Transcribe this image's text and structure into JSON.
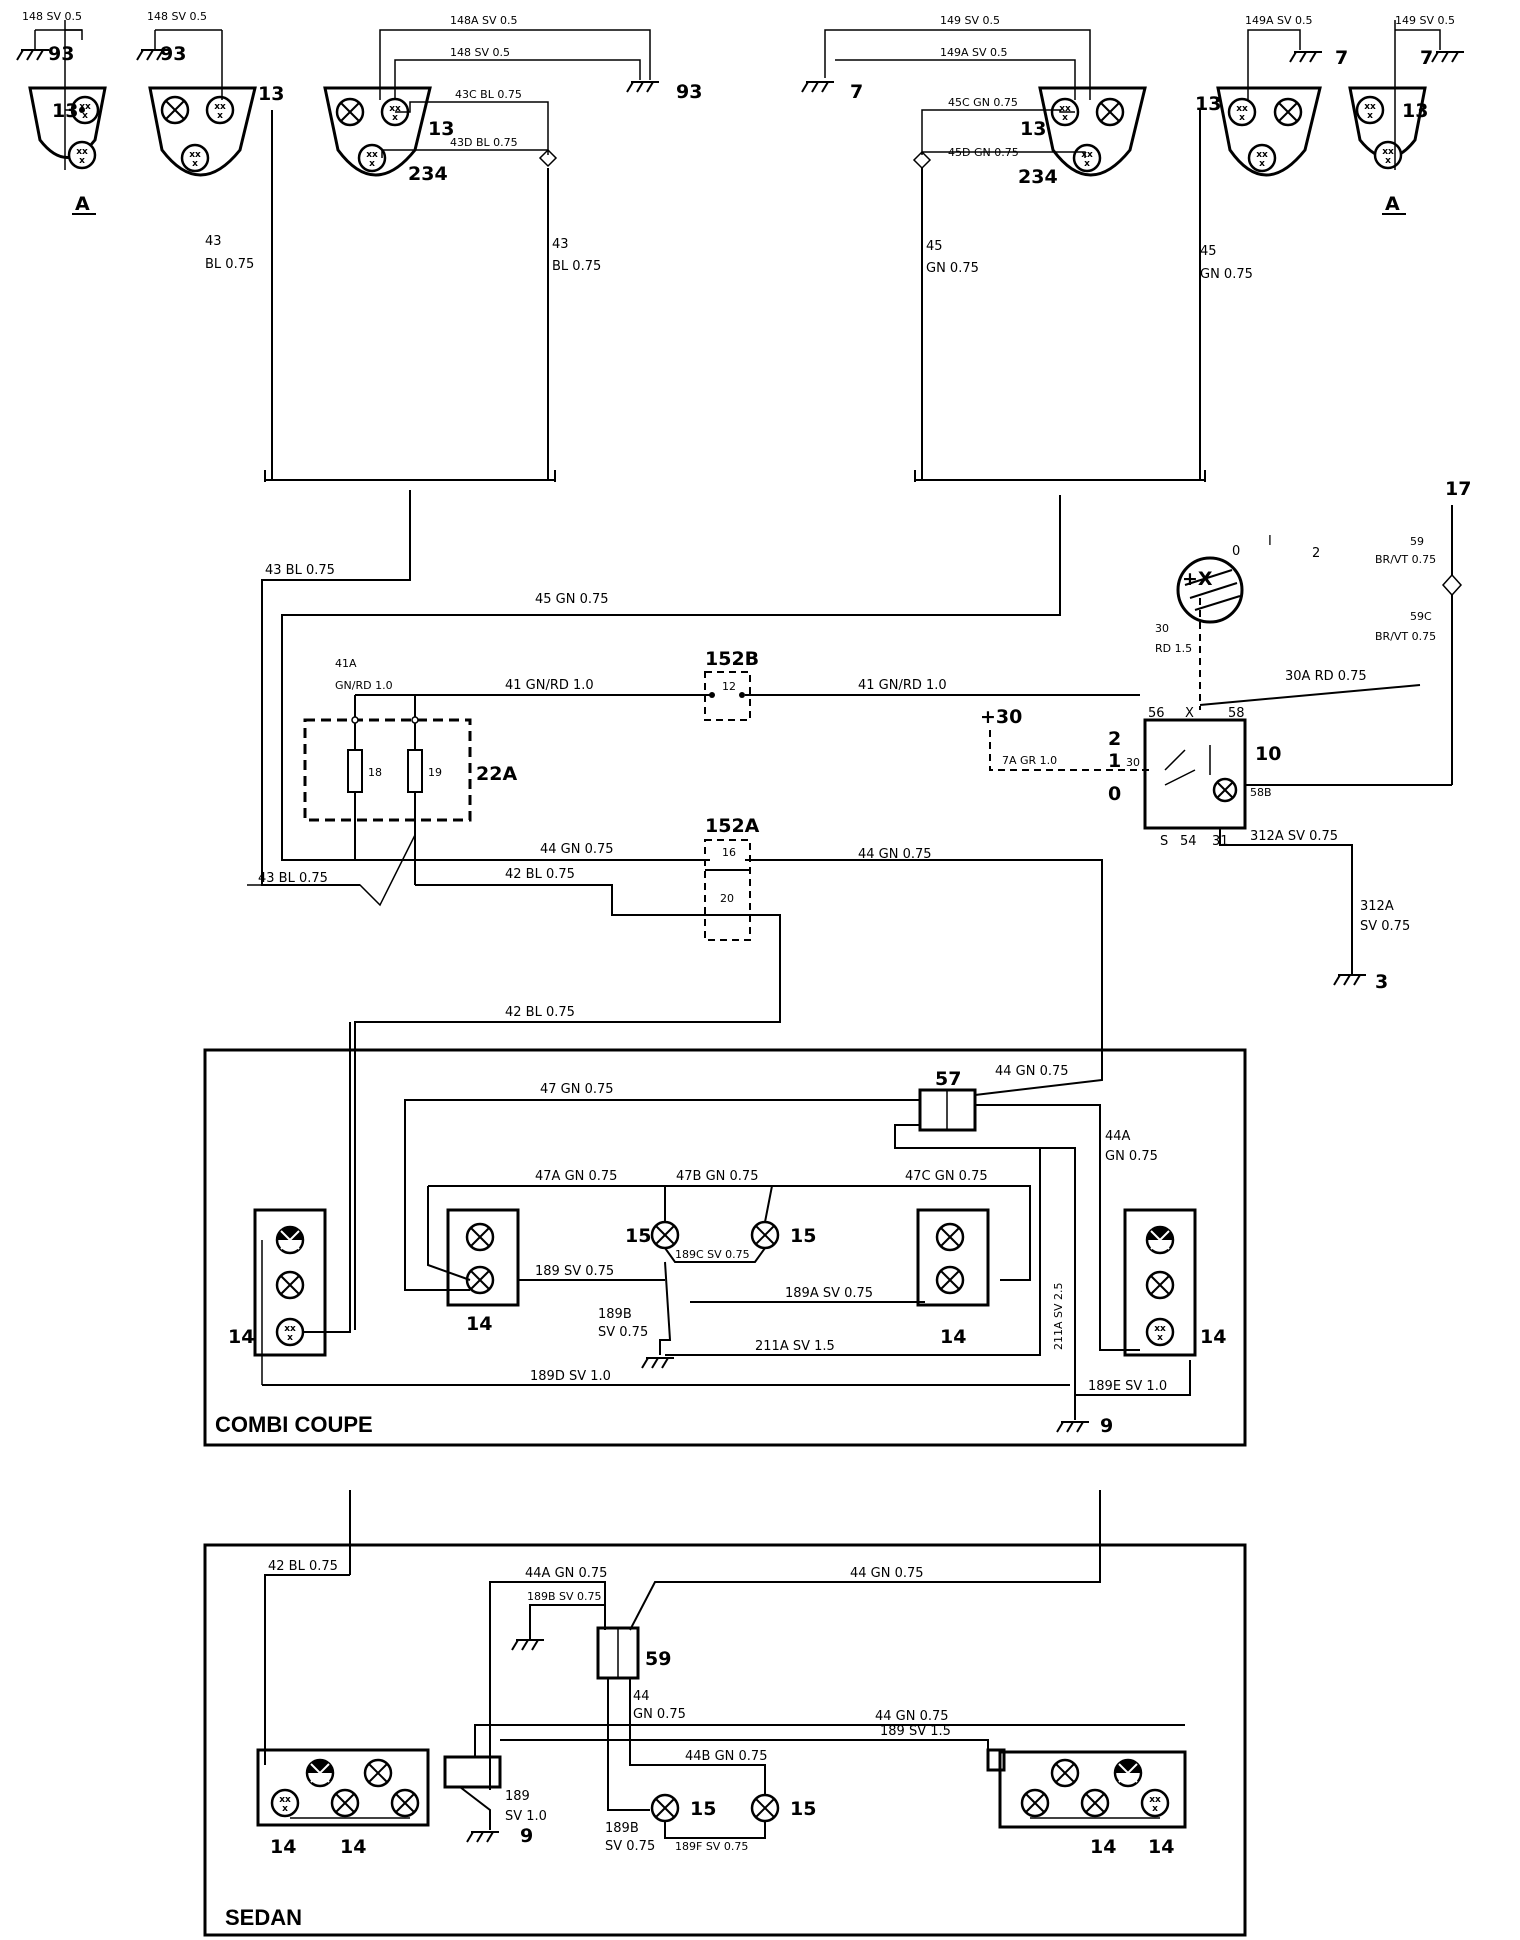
{
  "colors": {
    "ink": "#000000",
    "paper": "#ffffff"
  },
  "sections": {
    "combi": "COMBI COUPE",
    "sedan": "SEDAN"
  },
  "components": {
    "c22A": "22A",
    "c152A": "152A",
    "c152B": "152B",
    "c57": "57",
    "c59": "59",
    "c10": "10",
    "c17": "17",
    "n13": "13",
    "n234": "234",
    "n14": "14",
    "n15": "15",
    "g93": "93",
    "g7": "7",
    "g3": "3",
    "g9": "9",
    "A": "A"
  },
  "fuse": {
    "f18": "18",
    "f19": "19",
    "p12": "12",
    "p16": "16",
    "p20": "20"
  },
  "switch": {
    "plus30": "+30",
    "plusX": "+X",
    "pos0": "0",
    "pos1": "1",
    "pos2": "2",
    "t30": "30",
    "t56": "56",
    "tX": "X",
    "t58": "58",
    "t58B": "58B",
    "tS": "S",
    "t54": "54",
    "t31": "31",
    "key0": "0",
    "keyI": "I",
    "key2": "2"
  },
  "wires": {
    "w148_top_l1": "148 SV 0.5",
    "w148_top_l2": "148 SV 0.5",
    "w148A": "148A SV 0.5",
    "w148": "148 SV 0.5",
    "w43C": "43C BL 0.75",
    "w43D": "43D BL 0.75",
    "w43_a": "43",
    "w43_b": "BL 0.75",
    "w43_c": "43",
    "w43_d": "BL 0.75",
    "w149": "149 SV 0.5",
    "w149A": "149A SV 0.5",
    "w45C": "45C GN 0.75",
    "w45D": "45D GN 0.75",
    "w45_a": "45",
    "w45_b": "GN 0.75",
    "w45_c": "45",
    "w45_d": "GN 0.75",
    "w149A_r": "149A SV 0.5",
    "w149_r": "149 SV 0.5",
    "w43_mid": "43 BL 0.75",
    "w45_mid": "45 GN 0.75",
    "w41A_a": "41A",
    "w41A_b": "GN/RD 1.0",
    "w41_l": "41 GN/RD 1.0",
    "w41_r": "41 GN/RD 1.0",
    "w30_a": "30",
    "w30_b": "RD 1.5",
    "w30A": "30A RD 0.75",
    "w59_a": "59",
    "w59_b": "BR/VT 0.75",
    "w59C_a": "59C",
    "w59C_b": "BR/VT 0.75",
    "w7A": "7A GR 1.0",
    "w44_l": "44 GN 0.75",
    "w44_r": "44 GN 0.75",
    "w42": "42 BL 0.75",
    "w43_bl": "43 BL 0.75",
    "w312A": "312A SV 0.75",
    "w312A_a": "312A",
    "w312A_b": "SV 0.75",
    "w42_c": "42 BL 0.75",
    "w47": "47 GN 0.75",
    "w44_c": "44 GN 0.75",
    "w44A_a": "44A",
    "w44A_b": "GN 0.75",
    "w47A": "47A GN 0.75",
    "w47B": "47B GN 0.75",
    "w47C": "47C GN 0.75",
    "w189": "189 SV 0.75",
    "w189C": "189C SV 0.75",
    "w189A": "189A SV 0.75",
    "w189B_a": "189B",
    "w189B_b": "SV 0.75",
    "w211A": "211A SV 1.5",
    "w211A_v": "211A SV 2.5",
    "w189D": "189D SV 1.0",
    "w189E": "189E SV 1.0",
    "w42_s": "42 BL 0.75",
    "w44A_s": "44A GN 0.75",
    "w189B_s": "189B SV 0.75",
    "w44_s": "44 GN 0.75",
    "w44_s2_a": "44",
    "w44_s2_b": "GN 0.75",
    "w44_s3": "44 GN 0.75",
    "w189_s": "189 SV 1.5",
    "w44B": "44B GN 0.75",
    "w189_s2_a": "189",
    "w189_s2_b": "SV 1.0",
    "w189B_s2_a": "189B",
    "w189B_s2_b": "SV 0.75",
    "w189F": "189F SV 0.75"
  }
}
